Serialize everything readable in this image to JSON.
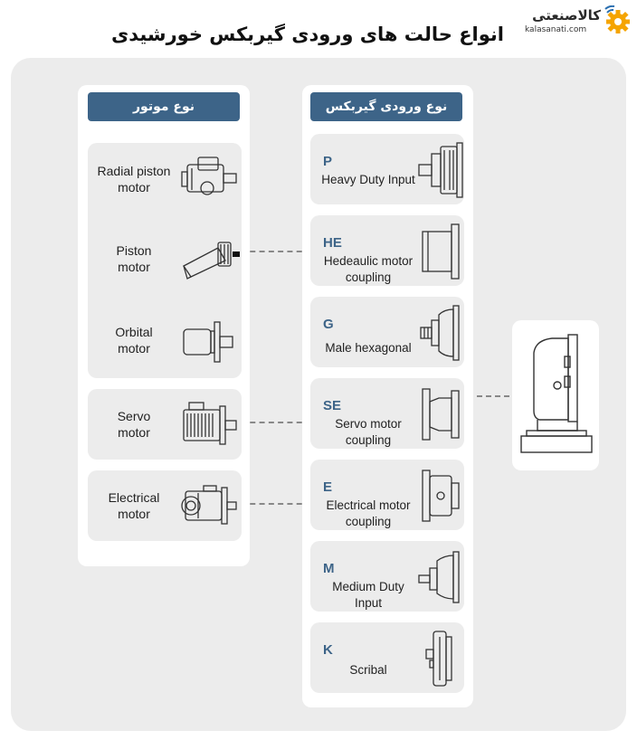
{
  "title": "انواع حالت های ورودی گیربکس خورشیدی",
  "logo": {
    "name": "کالاصنعتی",
    "domain": "kalasanati.com",
    "accent": "#f5a400",
    "text_color": "#2a2a2a"
  },
  "colors": {
    "header": "#3d6488",
    "code": "#3d6488",
    "panel": "#ececec",
    "card": "#ececec",
    "connector": "#888888"
  },
  "motor_column": {
    "header": "نوع موتور",
    "items": [
      {
        "label": "Radial piston\nmotor",
        "icon": "radial-piston-motor-icon"
      },
      {
        "label": "Piston\nmotor",
        "icon": "piston-motor-icon"
      },
      {
        "label": "Orbital\nmotor",
        "icon": "orbital-motor-icon"
      },
      {
        "label": "Servo\nmotor",
        "icon": "servo-motor-icon"
      },
      {
        "label": "Electrical\nmotor",
        "icon": "electrical-motor-icon"
      }
    ]
  },
  "input_column": {
    "header": "نوع ورودی گیربکس",
    "items": [
      {
        "code": "P",
        "label": "Heavy Duty Input",
        "icon": "heavy-duty-input-icon"
      },
      {
        "code": "HE",
        "label": "Hedeaulic motor\ncoupling",
        "icon": "hydraulic-coupling-icon"
      },
      {
        "code": "G",
        "label": "Male hexagonal",
        "icon": "male-hexagonal-icon"
      },
      {
        "code": "SE",
        "label": "Servo motor\ncoupling",
        "icon": "servo-coupling-icon"
      },
      {
        "code": "E",
        "label": "Electrical motor\ncoupling",
        "icon": "electrical-coupling-icon"
      },
      {
        "code": "M",
        "label": "Medium Duty\nInput",
        "icon": "medium-duty-input-icon"
      },
      {
        "code": "K",
        "label": "Scribal",
        "icon": "scribal-icon"
      }
    ]
  },
  "gearbox": {
    "icon": "planetary-gearbox-icon"
  }
}
